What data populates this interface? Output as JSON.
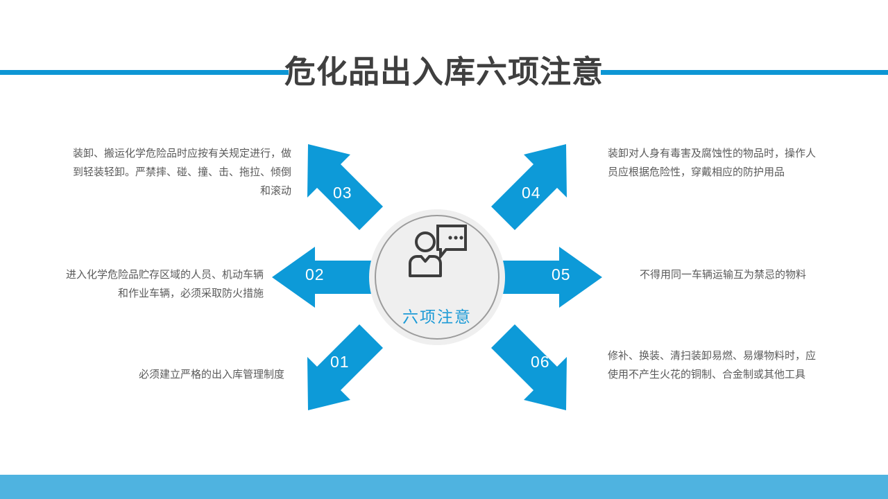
{
  "header": {
    "title": "危化品出入库六项注意",
    "rule_color": "#0D96D4",
    "title_color": "#3F3F3F"
  },
  "hub": {
    "label": "六项注意",
    "icon": "person-speech-bubble-icon",
    "fill_color": "#EFEFEF",
    "ring_color": "#9B9B9B",
    "label_color": "#1B9AD6"
  },
  "arrows": {
    "color": "#0D9AD8",
    "items": [
      {
        "number": "01",
        "direction": "down-left",
        "text": "必须建立严格的出入库管理制度"
      },
      {
        "number": "02",
        "direction": "left",
        "text": "进入化学危险品贮存区域的人员、机动车辆和作业车辆，必须采取防火措施"
      },
      {
        "number": "03",
        "direction": "up-left",
        "text": "装卸、搬运化学危险品时应按有关规定进行，做到轻装轻卸。严禁摔、碰、撞、击、拖拉、倾倒和滚动"
      },
      {
        "number": "04",
        "direction": "up-right",
        "text": "装卸对人身有毒害及腐蚀性的物品时，操作人员应根据危险性，穿戴相应的防护用品"
      },
      {
        "number": "05",
        "direction": "right",
        "text": "不得用同一车辆运输互为禁忌的物料"
      },
      {
        "number": "06",
        "direction": "down-right",
        "text": "修补、换装、清扫装卸易燃、易爆物料时，应使用不产生火花的铜制、合金制或其他工具"
      }
    ]
  },
  "footer": {
    "bar_color": "#4FB3E0"
  }
}
